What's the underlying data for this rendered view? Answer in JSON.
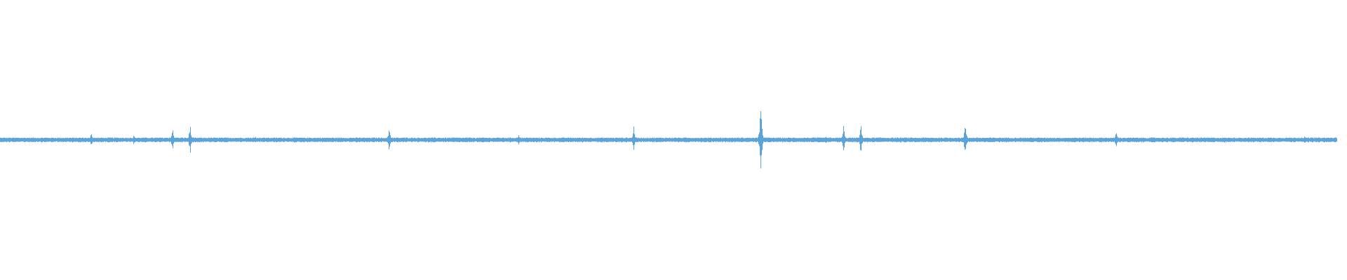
{
  "waveform": {
    "color": "#5ba3d8",
    "baseline_amplitude": 0.012,
    "noise_amplitude": 0.006,
    "spikes": [
      {
        "position": 0.068,
        "amplitude": 0.07
      },
      {
        "position": 0.1,
        "amplitude": 0.05
      },
      {
        "position": 0.129,
        "amplitude": 0.1
      },
      {
        "position": 0.142,
        "amplitude": 0.13
      },
      {
        "position": 0.191,
        "amplitude": 0.04
      },
      {
        "position": 0.291,
        "amplitude": 0.12
      },
      {
        "position": 0.388,
        "amplitude": 0.06
      },
      {
        "position": 0.474,
        "amplitude": 0.11
      },
      {
        "position": 0.569,
        "amplitude": 0.32
      },
      {
        "position": 0.618,
        "amplitude": 0.04
      },
      {
        "position": 0.631,
        "amplitude": 0.12
      },
      {
        "position": 0.644,
        "amplitude": 0.13
      },
      {
        "position": 0.722,
        "amplitude": 0.15
      },
      {
        "position": 0.835,
        "amplitude": 0.08
      },
      {
        "position": 0.976,
        "amplitude": 0.03
      }
    ]
  }
}
